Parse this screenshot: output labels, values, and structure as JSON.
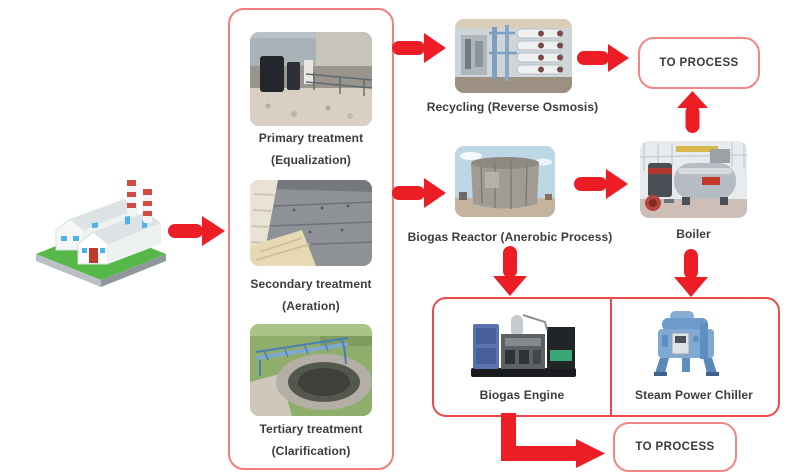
{
  "colors": {
    "arrow_red": "#EC1D24",
    "box_border_light": "#F47C7C",
    "equipment_border": "#EE4848",
    "label_text": "#3C3C3E"
  },
  "treatment": {
    "stages": [
      {
        "title": "Primary treatment",
        "subtitle": "(Equalization)"
      },
      {
        "title": "Secondary treatment",
        "subtitle": "(Aeration)"
      },
      {
        "title": "Tertiary treatment",
        "subtitle": "(Clarification)"
      }
    ]
  },
  "nodes": {
    "recycling": {
      "label": "Recycling (Reverse Osmosis)"
    },
    "biogas_reactor": {
      "label": "Biogas Reactor (Anerobic Process)"
    },
    "boiler": {
      "label": "Boiler"
    },
    "biogas_engine": {
      "label": "Biogas Engine"
    },
    "steam_power_chiller": {
      "label": "Steam Power Chiller"
    },
    "to_process_top": {
      "label": "TO PROCESS"
    },
    "to_process_bottom": {
      "label": "TO PROCESS"
    }
  }
}
